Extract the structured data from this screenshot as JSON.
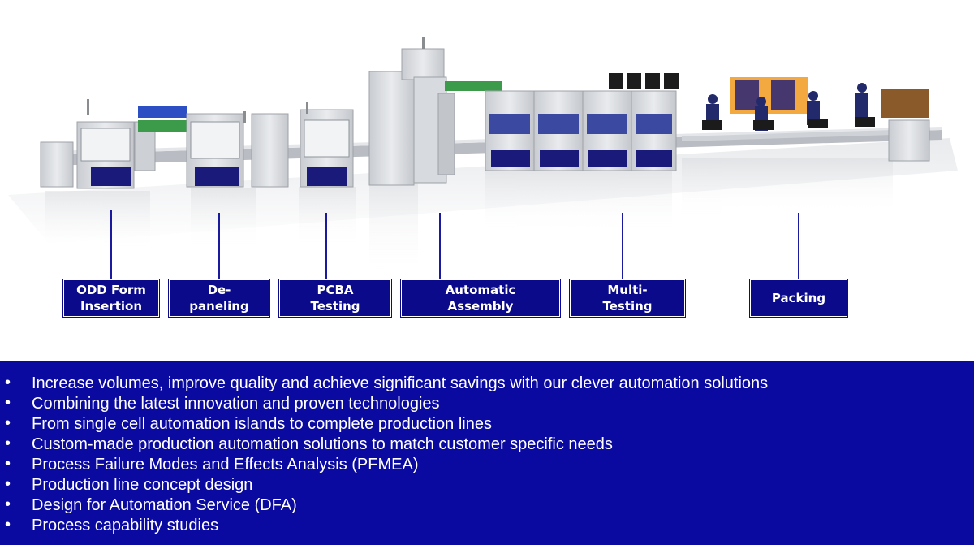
{
  "stages": [
    {
      "label": "ODD Form\nInsertion"
    },
    {
      "label": "De-\npaneling"
    },
    {
      "label": "PCBA\nTesting"
    },
    {
      "label": "Automatic\nAssembly"
    },
    {
      "label": "Multi-\nTesting"
    },
    {
      "label": "Packing"
    }
  ],
  "bullets": [
    "Increase volumes, improve quality and achieve significant savings with our clever automation solutions",
    "Combining the latest innovation and proven technologies",
    "From single cell automation islands to complete production lines",
    "Custom-made production automation solutions to match customer specific needs",
    "Process Failure Modes and Effects Analysis (PFMEA)",
    "Production line concept design",
    "Design for Automation Service (DFA)",
    "Process capability studies"
  ],
  "colors": {
    "panel_blue": "#0a0aa0",
    "label_blue": "#0a0a8a",
    "machine_gray": "#d6d8dc",
    "machine_base": "#1a1a7a",
    "conveyor": "#b9bdc3"
  }
}
